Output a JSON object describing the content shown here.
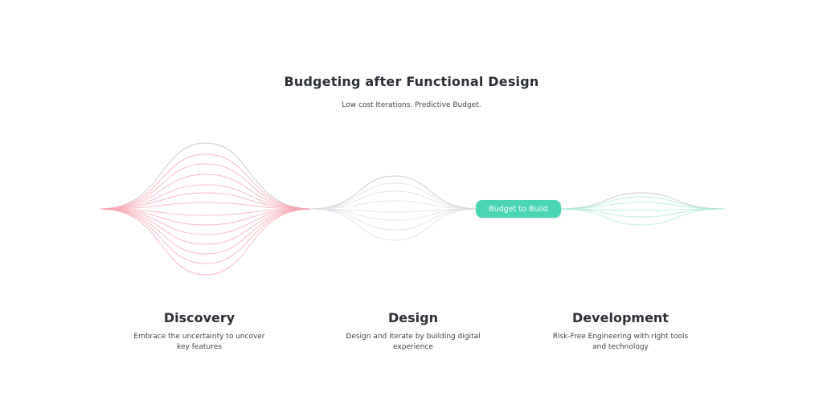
{
  "header": {
    "title": "Budgeting after Functional Design",
    "subtitle": "Low cost Iterations. Predictive Budget."
  },
  "milestone_button": {
    "label": "Budget to Build"
  },
  "stages": [
    {
      "title": "Discovery",
      "description": "Embrace the uncertainty to uncover key features"
    },
    {
      "title": "Design",
      "description": "Design and iterate by building digital experience"
    },
    {
      "title": "Development",
      "description": "Risk-Free Engineering with right tools and technology"
    }
  ],
  "colors": {
    "discovery": "#f7a3b0",
    "design": "#d8dde3",
    "development": "#a9ead6",
    "accent": "#49d6b5",
    "outline": "#c9c9c9"
  }
}
